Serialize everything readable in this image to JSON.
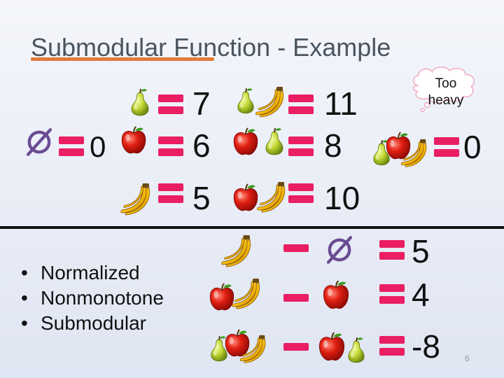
{
  "title": "Submodular Function - Example",
  "accent_color": "#e91e63",
  "underline_color": "#e07b39",
  "empty_set_color": "#6a4c93",
  "top": {
    "zero": "0",
    "singles": [
      "7",
      "6",
      "5"
    ],
    "pairs": [
      "11",
      "8",
      "10"
    ],
    "triple": "0"
  },
  "cloud": {
    "line1": "Too",
    "line2": "heavy"
  },
  "bottom": {
    "values": [
      "5",
      "4",
      "-8"
    ]
  },
  "bullets": [
    "Normalized",
    "Nonmonotone",
    "Submodular"
  ],
  "page_number": "6",
  "icons": [
    "pear-icon",
    "apple-icon",
    "banana-icon",
    "empty-set-icon",
    "equals-icon",
    "minus-icon",
    "thought-cloud-icon"
  ]
}
